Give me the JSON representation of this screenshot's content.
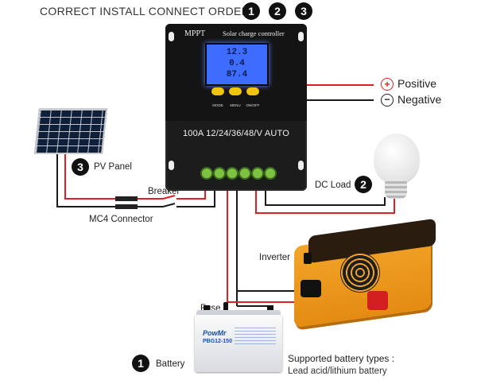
{
  "title": "CORRECT INSTALL CONNECT ORDER:",
  "order_numbers": [
    "1",
    "2",
    "3"
  ],
  "controller": {
    "brand": "MPPT",
    "name": "Solar charge controller",
    "lcd_lines": [
      "12.3",
      "0.4",
      "87.4"
    ],
    "button_labels": [
      "MODE",
      "MENU",
      "ON/OFF"
    ],
    "spec": "100A 12/24/36/48/V AUTO"
  },
  "legend": {
    "positive": "Positive",
    "negative": "Negative",
    "positive_symbol": "+",
    "negative_symbol": "−"
  },
  "labels": {
    "pv_panel": "PV Panel",
    "pv_panel_num": "3",
    "breaker": "Breaker",
    "mc4": "MC4 Connector",
    "dc_load": "DC Load",
    "dc_load_num": "2",
    "inverter": "Inverter",
    "fuse": "Fuse",
    "battery": "Battery",
    "battery_num": "1",
    "supported_title": "Supported battery types :",
    "supported_list": "Lead acid/lithium battery"
  },
  "battery_box": {
    "brand": "PowMr",
    "model": "PBG12-150"
  },
  "colors": {
    "positive_wire": "#e02020",
    "negative_wire": "#1a1a1a",
    "lcd": "#3d6cff",
    "terminal": "#7ec241",
    "inverter": "#f0a22a"
  },
  "icons": [
    "solar-panel-icon",
    "light-bulb-icon",
    "inverter-icon",
    "battery-icon",
    "fuse-icon"
  ]
}
